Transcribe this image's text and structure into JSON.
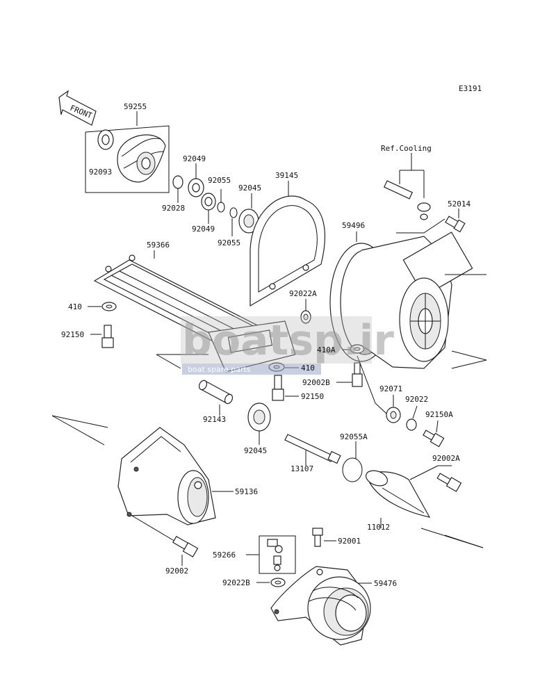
{
  "diagram_code": "E3191",
  "front_label": "FRONT",
  "ref_cooling": "Ref.Cooling",
  "watermark": {
    "brand": "boatsp.ir",
    "tagline": "boat spare parts"
  },
  "parts": {
    "p59255": "59255",
    "p92093": "92093",
    "p92049a": "92049",
    "p92028": "92028",
    "p92049b": "92049",
    "p92055a": "92055",
    "p92055b": "92055",
    "p92045a": "92045",
    "p39145": "39145",
    "p52014": "52014",
    "p59496": "59496",
    "p59366": "59366",
    "p410a": "410",
    "p92150a": "92150",
    "p92022A": "92022A",
    "p410A": "410A",
    "p410b": "410",
    "p92002B": "92002B",
    "p92150b": "92150",
    "p92143": "92143",
    "p92045b": "92045",
    "p92071": "92071",
    "p92022": "92022",
    "p92150A": "92150A",
    "p92055A": "92055A",
    "p13107": "13107",
    "p92002A": "92002A",
    "p59136": "59136",
    "p11012": "11012",
    "p92001": "92001",
    "p59266": "59266",
    "p92002": "92002",
    "p92022B": "92022B",
    "p59476": "59476"
  }
}
